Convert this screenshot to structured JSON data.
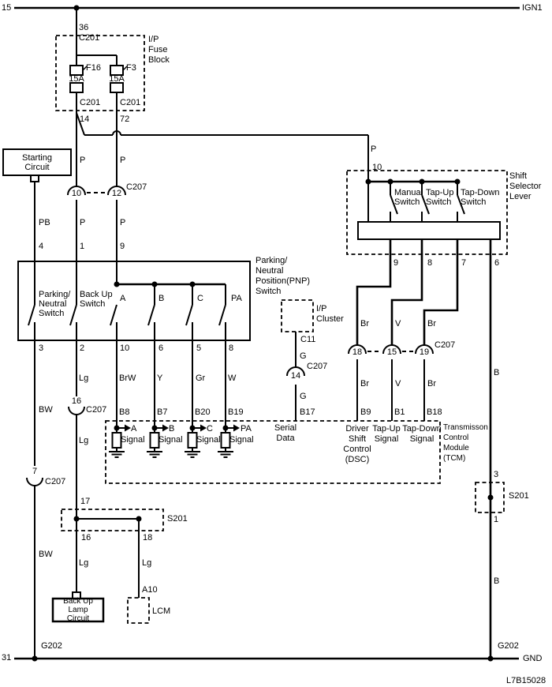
{
  "power_rail": {
    "pin": "15",
    "name": "IGN1"
  },
  "ground_rail": {
    "pin": "31",
    "name": "GND",
    "splice_left": "G202",
    "splice_right": "G202",
    "code": "L7B15028"
  },
  "fuse_block": {
    "pin": "36",
    "connector": "C201",
    "name": [
      "I/P",
      "Fuse",
      "Block"
    ],
    "fuses": [
      {
        "id": "F16",
        "rating": "15A",
        "connector": "C201",
        "pin": "14"
      },
      {
        "id": "F3",
        "rating": "15A",
        "connector": "C201",
        "pin": "72"
      }
    ]
  },
  "feed": {
    "wire_colors": [
      "P",
      "P",
      "P",
      "P",
      "P"
    ],
    "shift_pin": "10"
  },
  "starting_circuit": {
    "name": [
      "Starting",
      "Circuit"
    ],
    "wire_color": "PB",
    "pin": "4"
  },
  "c207_pair": {
    "pins": [
      "10",
      "12"
    ],
    "name": "C207"
  },
  "pnp": {
    "title": [
      "Parking/",
      "Neutral",
      "Position(PNP)",
      "Switch"
    ],
    "in_pins": [
      "4",
      "1",
      "9"
    ],
    "switch1": [
      "Parking/",
      "Neutral",
      "Switch"
    ],
    "switch2": [
      "Back Up",
      "Switch"
    ],
    "contacts": [
      "A",
      "B",
      "C",
      "PA"
    ],
    "out_pins": [
      "3",
      "2",
      "10",
      "6",
      "5",
      "8"
    ],
    "wire_colors": [
      "BW",
      "Lg",
      "BrW",
      "Y",
      "Gr",
      "W"
    ],
    "lower_colors": [
      "BW",
      "Lg"
    ]
  },
  "c207_16": {
    "pin": "16",
    "name": "C207"
  },
  "c207_7": {
    "pin": "7",
    "name": "C207"
  },
  "c207_14": {
    "pin": "14",
    "name": "C207"
  },
  "c207_trio": {
    "pins": [
      "18",
      "15",
      "19"
    ],
    "name": "C207"
  },
  "ip_cluster": {
    "name": [
      "I/P",
      "Cluster"
    ],
    "pin": "C11",
    "wire_above": "G",
    "wire_below": "G"
  },
  "shift_lever": {
    "title": [
      "Shift",
      "Selector",
      "Lever"
    ],
    "switch1": [
      "Manual",
      "Switch"
    ],
    "switch2": [
      "Tap-Up",
      "Switch"
    ],
    "switch3": [
      "Tap-Down",
      "Switch"
    ],
    "pins": [
      "9",
      "8",
      "7",
      "6"
    ],
    "colors_above": [
      "Br",
      "V",
      "Br"
    ],
    "colors_below": [
      "Br",
      "V",
      "Br"
    ],
    "b_upper": "B",
    "b_lower": "B"
  },
  "tcm": {
    "title": [
      "Transmisson",
      "Control",
      "Module",
      "(TCM)"
    ],
    "terminals": [
      "B8",
      "B7",
      "B20",
      "B19",
      "B17",
      "B9",
      "B1",
      "B18"
    ],
    "signals": [
      [
        "A",
        "Signal"
      ],
      [
        "B",
        "Signal"
      ],
      [
        "C",
        "Signal"
      ],
      [
        "PA",
        "Signal"
      ]
    ],
    "serial": [
      "Serial",
      "Data"
    ],
    "dsc": [
      "Driver",
      "Shift",
      "Control",
      "(DSC)"
    ],
    "tap_up": [
      "Tap-Up",
      "Signal"
    ],
    "tap_down": [
      "Tap-Down",
      "Signal"
    ]
  },
  "s201_left": {
    "name": "S201",
    "pin_in": "17",
    "pins_out": [
      "16",
      "18"
    ],
    "colors": [
      "Lg",
      "Lg"
    ]
  },
  "s201_right": {
    "name": "S201",
    "pin_in": "3",
    "pin_out": "1"
  },
  "backup_lamp": {
    "name": [
      "Back Up Lamp",
      "Circuit"
    ]
  },
  "lcm": {
    "name": "LCM",
    "pin": "A10"
  }
}
